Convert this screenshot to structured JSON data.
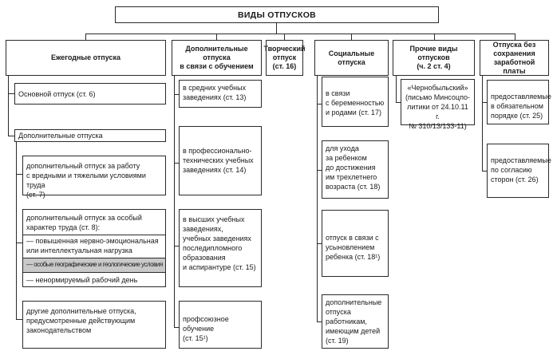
{
  "title": "ВИДЫ ОТПУСКОВ",
  "columns": {
    "annual": {
      "header": "Ежегодные отпуска",
      "main": "Основной отпуск (ст. 6)",
      "additional": "Дополнительные отпуска",
      "harmful": "дополнительный отпуск за работу\nс вредными и тяжелыми условиями труда\n(ст. 7)",
      "special_intro": "дополнительный отпуск за особый\nхарактер труда (ст. 8):",
      "special_items": [
        "— повышенная нервно-эмоциональная\nили интеллектуальная нагрузка",
        "— особые географические и геологические условия",
        "— ненормируемый рабочий день"
      ],
      "other": "другие дополнительные отпуска,\nпредусмотренные действующим\nзаконодательством"
    },
    "study": {
      "header": "Дополнительные отпуска\nв связи с обучением",
      "items": [
        "в средних учебных\nзаведениях (ст. 13)",
        "в профессионально-\nтехнических учебных\nзаведениях (ст. 14)",
        "в высших учебных\nзаведениях,\nучебных заведениях\nпоследипломного\nобразования\nи аспирантуре (ст. 15)",
        "профсоюзное обучение\n(ст. 15¹)"
      ]
    },
    "creative": {
      "header": "Творческий\nотпуск\n(ст. 16)"
    },
    "social": {
      "header": "Социальные\nотпуска",
      "items": [
        "в связи\nс беременностью\nи родами (ст. 17)",
        "для ухода\nза ребенком\nдо достижения\nим трехлетнего\nвозраста (ст. 18)",
        "отпуск в связи с\nусыновлением\nребенка (ст. 18¹)",
        "дополнительные\nотпуска\nработникам,\nимеющим детей\n(ст. 19)"
      ]
    },
    "other": {
      "header": "Прочие виды отпусков\n(ч. 2 ст. 4)",
      "items": [
        "«Чернобыльский»\n(письмо Минсоцпо-\nлитики от 24.10.11 г.\n№ 310/13/133-11)"
      ]
    },
    "unpaid": {
      "header": "Отпуска без\nсохранения\nзаработной платы",
      "items": [
        "предоставляемые\nв обязательном\nпорядке (ст. 25)",
        "предоставляемые\nпо согласию\nсторон (ст. 26)"
      ]
    }
  }
}
